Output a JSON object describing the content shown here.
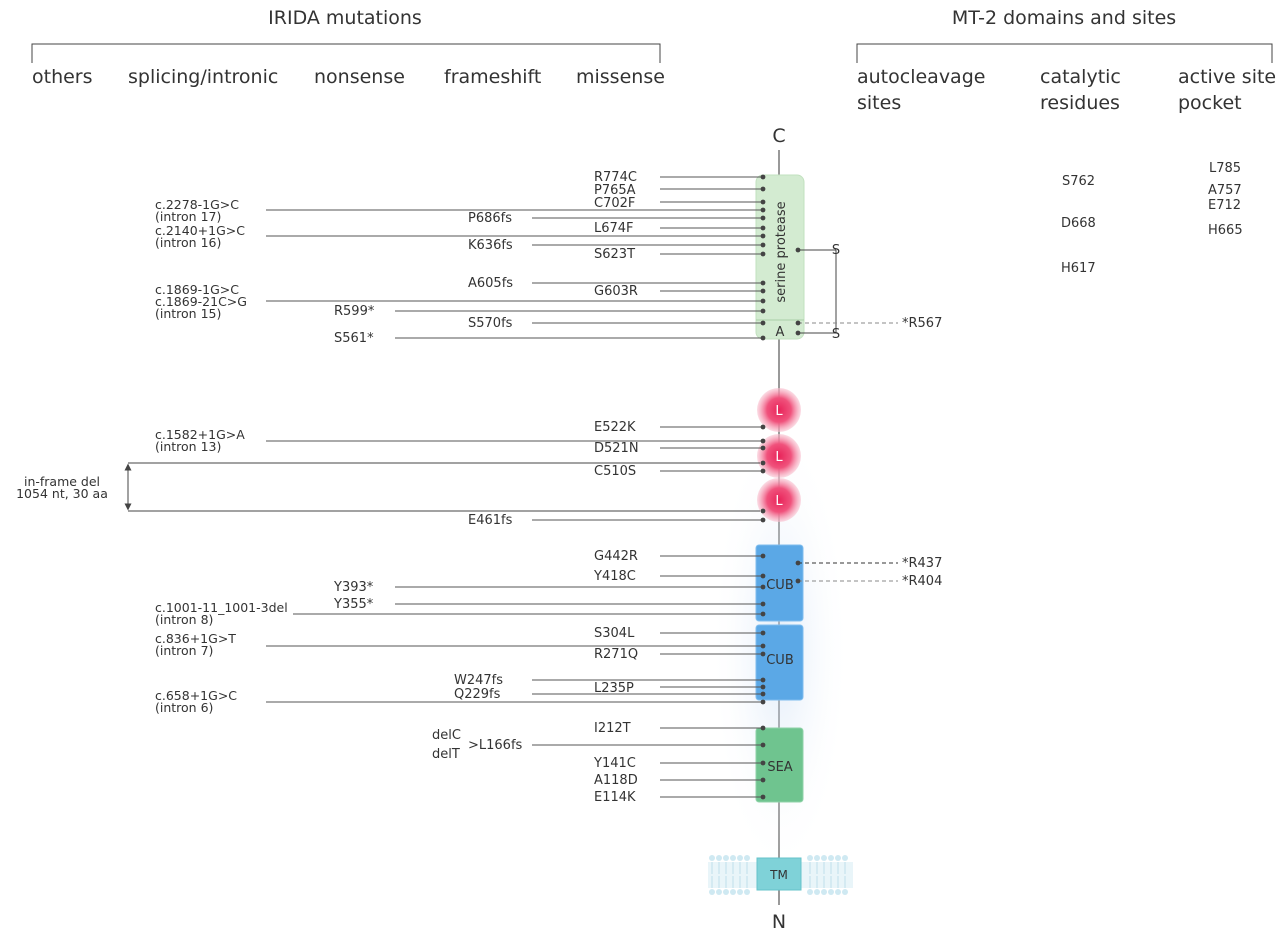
{
  "headers": {
    "left": "IRIDA mutations",
    "right": "MT-2 domains and sites"
  },
  "categories": [
    "others",
    "splicing/intronic",
    "nonsense",
    "frameshift",
    "missense"
  ],
  "right_categories": [
    {
      "l1": "autocleavage",
      "l2": "sites"
    },
    {
      "l1": "catalytic",
      "l2": "residues"
    },
    {
      "l1": "active site",
      "l2": "pocket"
    }
  ],
  "termini": {
    "c": "C",
    "n": "N"
  },
  "domains": {
    "serine_protease": "serine protease",
    "a": "A",
    "ldl": [
      "L",
      "L",
      "L"
    ],
    "cub1": "CUB",
    "cub2": "CUB",
    "sea": "SEA",
    "tm": "TM"
  },
  "disulfide": [
    "S",
    "S"
  ],
  "missense": [
    "R774C",
    "P765A",
    "C702F",
    "L674F",
    "S623T",
    "G603R",
    "E522K",
    "D521N",
    "C510S",
    "G442R",
    "Y418C",
    "S304L",
    "R271Q",
    "L235P",
    "I212T",
    "Y141C",
    "A118D",
    "E114K"
  ],
  "frameshift": [
    "P686fs",
    "K636fs",
    "A605fs",
    "S570fs",
    "E461fs",
    "W247fs",
    "Q229fs"
  ],
  "nonsense": [
    "R599*",
    "S561*",
    "Y393*",
    "Y355*"
  ],
  "splicing": [
    {
      "l1": "c.2278-1G>C",
      "l2": "(intron 17)"
    },
    {
      "l1": "c.2140+1G>C",
      "l2": "(intron 16)"
    },
    {
      "l1": "c.1869-1G>C",
      "l2": "c.1869-21C>G",
      "l3": "(intron 15)"
    },
    {
      "l1": "c.1582+1G>A",
      "l2": "(intron 13)"
    },
    {
      "l1": "c.1001-11_1001-3del",
      "l2": "(intron 8)"
    },
    {
      "l1": "c.836+1G>T",
      "l2": "(intron 7)"
    },
    {
      "l1": "c.658+1G>C",
      "l2": "(intron 6)"
    }
  ],
  "other": {
    "l1": "in-frame del",
    "l2": "1054 nt, 30 aa"
  },
  "deletions": {
    "a": "delC",
    "b": "delT",
    "result": ">L166fs"
  },
  "autocleavage": [
    "*R567",
    "*R437",
    "*R404"
  ],
  "catalytic": [
    "S762",
    "D668",
    "H617"
  ],
  "pocket": [
    "L785",
    "A757",
    "E712",
    "H665"
  ]
}
